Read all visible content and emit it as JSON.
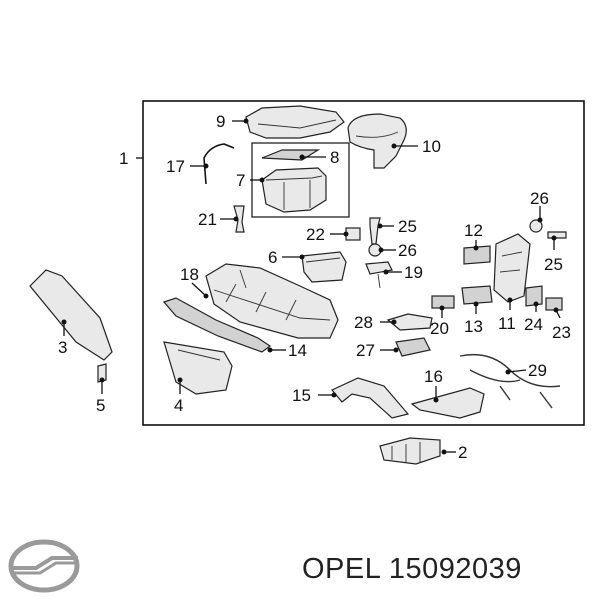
{
  "footer": {
    "brand": "OPEL",
    "part_number": "15092039"
  },
  "logo": {
    "name": "opel-logo-icon",
    "color": "#9a9a9a"
  },
  "callouts": [
    {
      "id": "c1",
      "text": "1"
    },
    {
      "id": "c2",
      "text": "2"
    },
    {
      "id": "c3",
      "text": "3"
    },
    {
      "id": "c4",
      "text": "4"
    },
    {
      "id": "c5",
      "text": "5"
    },
    {
      "id": "c6",
      "text": "6"
    },
    {
      "id": "c7",
      "text": "7"
    },
    {
      "id": "c8",
      "text": "8"
    },
    {
      "id": "c9",
      "text": "9"
    },
    {
      "id": "c10",
      "text": "10"
    },
    {
      "id": "c11",
      "text": "11"
    },
    {
      "id": "c12",
      "text": "12"
    },
    {
      "id": "c13",
      "text": "13"
    },
    {
      "id": "c14",
      "text": "14"
    },
    {
      "id": "c15",
      "text": "15"
    },
    {
      "id": "c16",
      "text": "16"
    },
    {
      "id": "c17",
      "text": "17"
    },
    {
      "id": "c18",
      "text": "18"
    },
    {
      "id": "c19",
      "text": "19"
    },
    {
      "id": "c20",
      "text": "20"
    },
    {
      "id": "c21",
      "text": "21"
    },
    {
      "id": "c22",
      "text": "22"
    },
    {
      "id": "c23",
      "text": "23"
    },
    {
      "id": "c24",
      "text": "24"
    },
    {
      "id": "c25a",
      "text": "25"
    },
    {
      "id": "c25b",
      "text": "25"
    },
    {
      "id": "c26a",
      "text": "26"
    },
    {
      "id": "c26b",
      "text": "26"
    },
    {
      "id": "c27",
      "text": "27"
    },
    {
      "id": "c28",
      "text": "28"
    },
    {
      "id": "c29",
      "text": "29"
    }
  ]
}
